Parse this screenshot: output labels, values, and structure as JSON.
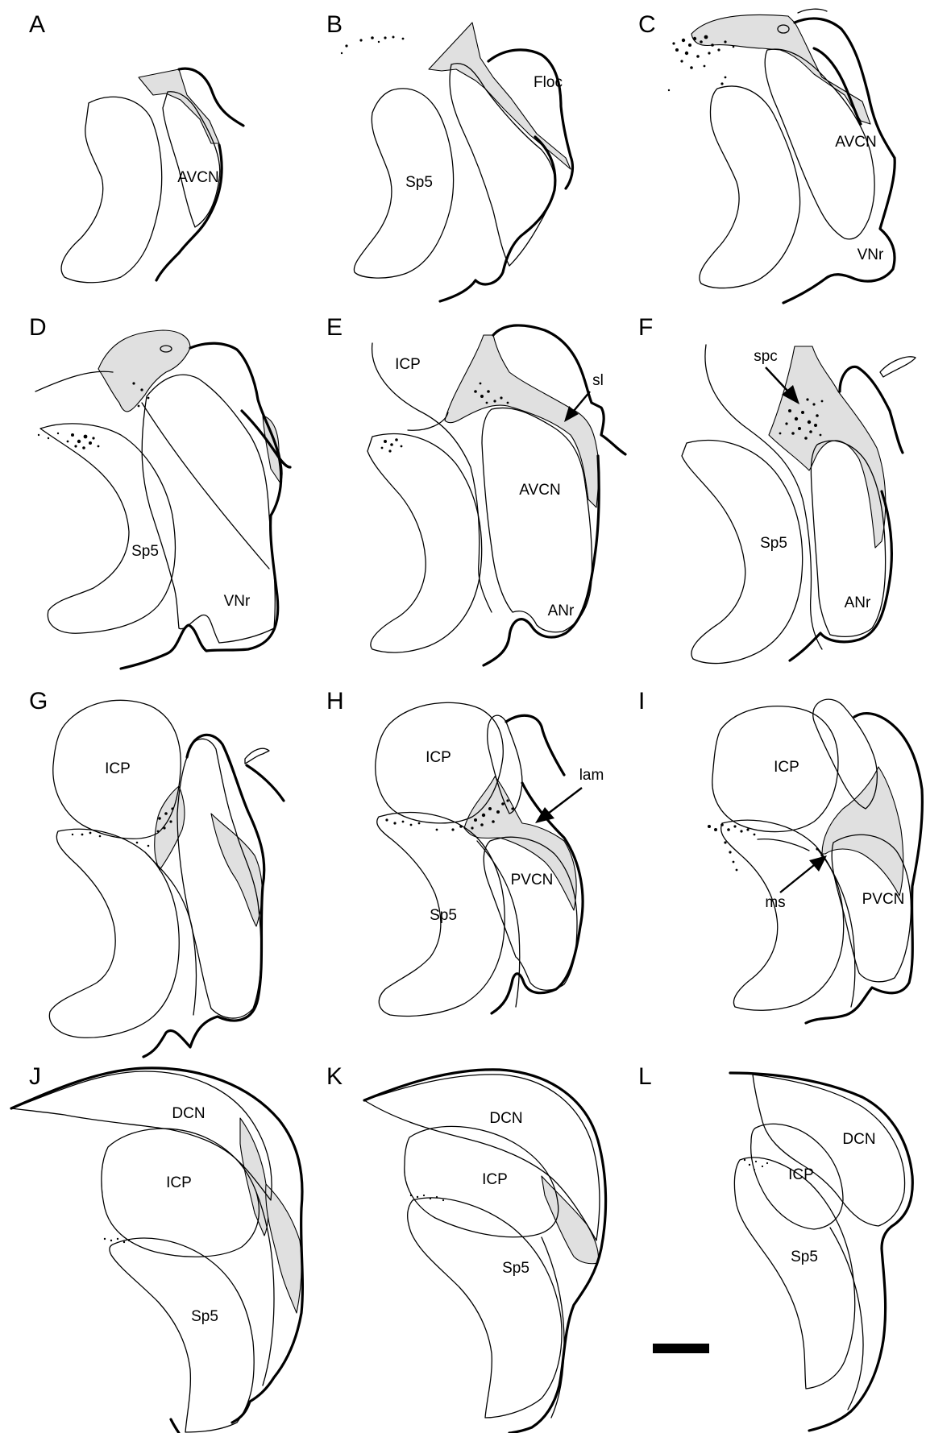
{
  "panels": [
    {
      "letter": "A",
      "labels": [
        "AVCN"
      ]
    },
    {
      "letter": "B",
      "labels": [
        "Floc",
        "Sp5"
      ]
    },
    {
      "letter": "C",
      "labels": [
        "AVCN",
        "VNr"
      ]
    },
    {
      "letter": "D",
      "labels": [
        "Sp5",
        "VNr"
      ]
    },
    {
      "letter": "E",
      "labels": [
        "ICP",
        "sl",
        "AVCN",
        "ANr"
      ]
    },
    {
      "letter": "F",
      "labels": [
        "spc",
        "Sp5",
        "ANr"
      ]
    },
    {
      "letter": "G",
      "labels": [
        "ICP"
      ]
    },
    {
      "letter": "H",
      "labels": [
        "ICP",
        "lam",
        "PVCN",
        "Sp5"
      ]
    },
    {
      "letter": "I",
      "labels": [
        "ICP",
        "ms",
        "PVCN"
      ]
    },
    {
      "letter": "J",
      "labels": [
        "DCN",
        "ICP",
        "Sp5"
      ]
    },
    {
      "letter": "K",
      "labels": [
        "DCN",
        "ICP",
        "Sp5"
      ]
    },
    {
      "letter": "L",
      "labels": [
        "DCN",
        "ICP",
        "Sp5"
      ]
    }
  ],
  "colors": {
    "outline": "#000000",
    "shaded_region": "#e0e0e0",
    "background": "#ffffff"
  }
}
